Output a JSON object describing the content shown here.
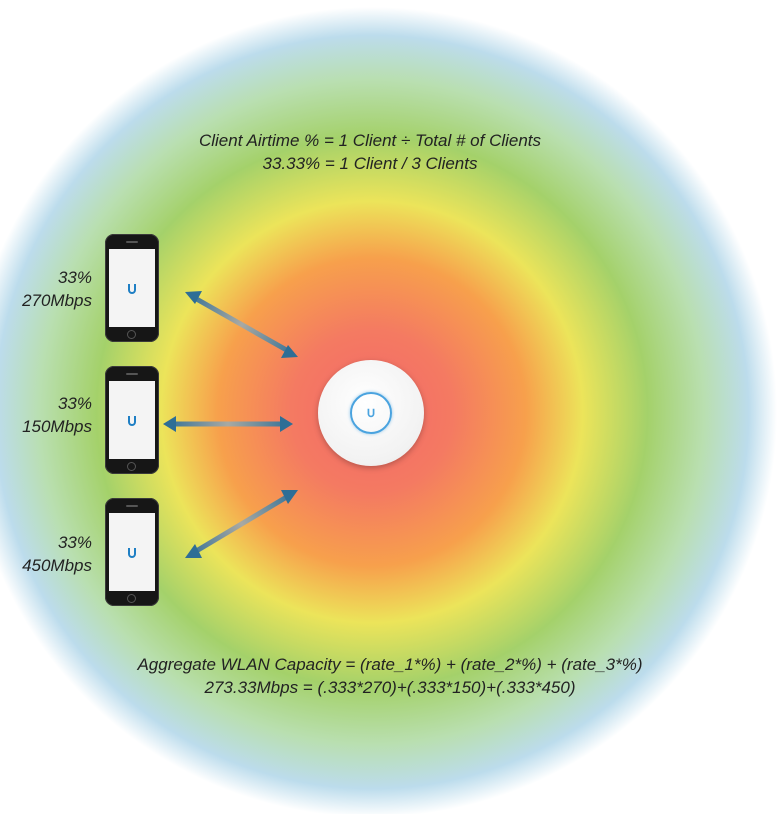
{
  "captions": {
    "airtime_formula": "Client Airtime % = 1 Client ÷ Total # of Clients",
    "airtime_example": "33.33% = 1 Client / 3 Clients",
    "capacity_formula": "Aggregate WLAN Capacity = (rate_1*%) + (rate_2*%) + (rate_3*%)",
    "capacity_example": "273.33Mbps = (.333*270)+(.333*150)+(.333*450)"
  },
  "clients": [
    {
      "airtime": "33%",
      "rate": "270Mbps"
    },
    {
      "airtime": "33%",
      "rate": "150Mbps"
    },
    {
      "airtime": "33%",
      "rate": "450Mbps"
    }
  ],
  "colors": {
    "heat_center": "#f06a6a",
    "heat_orange": "#f7a14a",
    "heat_yellow": "#e9e65a",
    "heat_green": "#9fd06a",
    "heat_blue": "#b7dcea",
    "arrow_blue": "#2e6e96",
    "ap_ring": "#4aa3df"
  },
  "icons": {
    "device": "smartphone-icon",
    "access_point": "wifi-access-point-icon",
    "logo": "ubiquiti-u-logo-icon"
  }
}
